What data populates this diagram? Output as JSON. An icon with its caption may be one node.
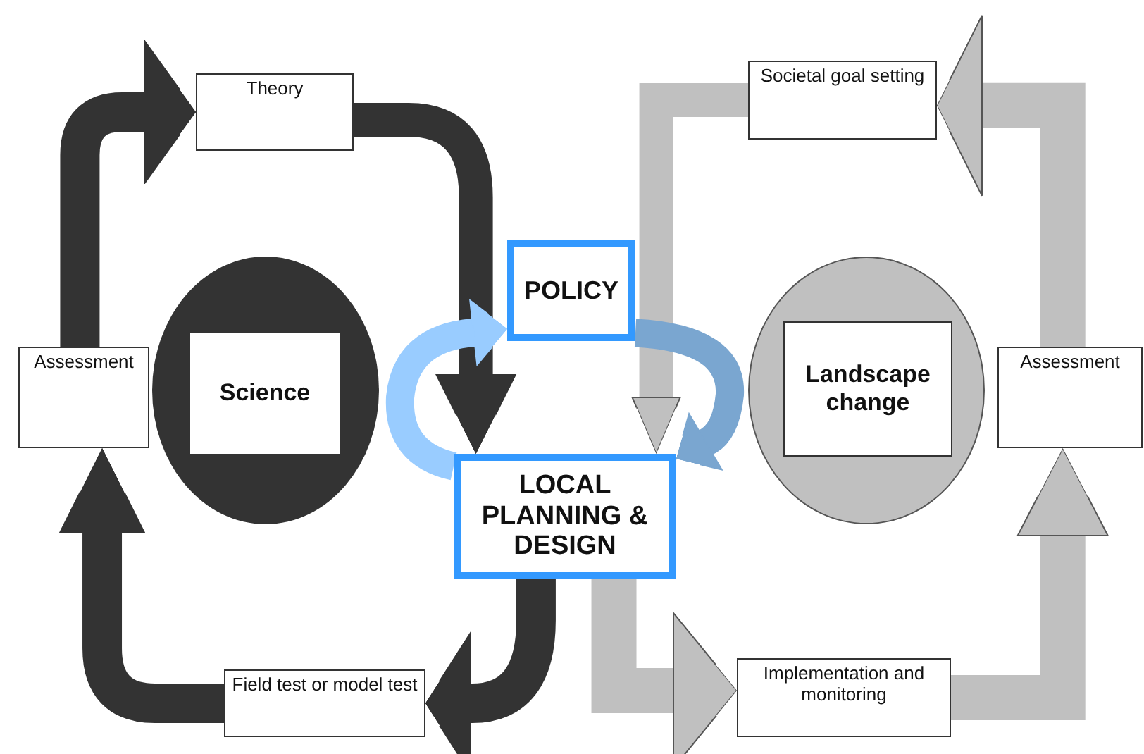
{
  "diagram": {
    "nodes": [
      {
        "text": [
          "Theory"
        ]
      },
      {
        "text": [
          "Assessment"
        ]
      },
      {
        "text": [],
        "shape": "circle"
      },
      {
        "text": [
          "Science"
        ],
        "in": 2
      },
      {
        "text": [
          "Field test or model test"
        ]
      },
      {
        "text": [
          "POLICY"
        ]
      },
      {
        "text": [
          "LOCAL PLANNING & DESIGN"
        ]
      },
      {
        "text": [
          "Societal goal setting"
        ]
      },
      {
        "text": [],
        "shape": "circle"
      },
      {
        "text": [
          "Landscape change"
        ],
        "in": 8
      },
      {
        "text": [
          "Assessment"
        ]
      },
      {
        "text": [
          "Implementation and monitoring"
        ]
      }
    ],
    "edges": [
      {
        "from": 1,
        "to": 0,
        "arrow": "to",
        "color": "#333333"
      },
      {
        "from": 0,
        "to": 6,
        "arrow": "to",
        "color": "#333333"
      },
      {
        "from": 6,
        "to": 4,
        "arrow": "to",
        "color": "#333333"
      },
      {
        "from": 4,
        "to": 1,
        "arrow": "to",
        "color": "#333333"
      },
      {
        "from": 7,
        "to": 6,
        "arrow": "to",
        "color": "#c0c0c0"
      },
      {
        "from": 6,
        "to": 11,
        "arrow": "to",
        "color": "#c0c0c0"
      },
      {
        "from": 11,
        "to": 10,
        "arrow": "to",
        "color": "#c0c0c0"
      },
      {
        "from": 10,
        "to": 7,
        "arrow": "to",
        "color": "#c0c0c0"
      },
      {
        "from": 6,
        "to": 5,
        "arrow": "to",
        "color": "#99ccff"
      },
      {
        "from": 5,
        "to": 6,
        "arrow": "to",
        "color": "#7aa6d0"
      }
    ]
  }
}
